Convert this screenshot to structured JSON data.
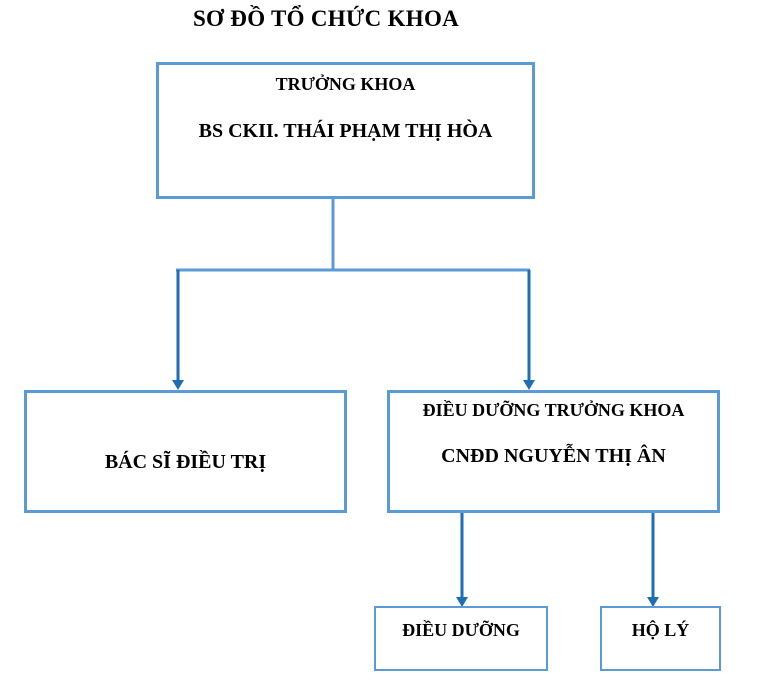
{
  "diagram": {
    "title": "SƠ ĐỒ TỔ CHỨC KHOA",
    "head": {
      "role": "TRƯỞNG KHOA",
      "name": "BS CKII. THÁI PHẠM THỊ HÒA"
    },
    "doctors": {
      "label": "BÁC SĨ ĐIỀU TRỊ"
    },
    "head_nurse": {
      "role": "ĐIỀU DƯỠNG TRƯỞNG KHOA",
      "name": "CNĐD NGUYỄN THỊ ÂN"
    },
    "nurses": {
      "label": "ĐIỀU DƯỠNG"
    },
    "orderlies": {
      "label": "HỘ LÝ"
    },
    "colors": {
      "box_border": "#5b9bd5",
      "connector": "#1f6eb4"
    }
  }
}
